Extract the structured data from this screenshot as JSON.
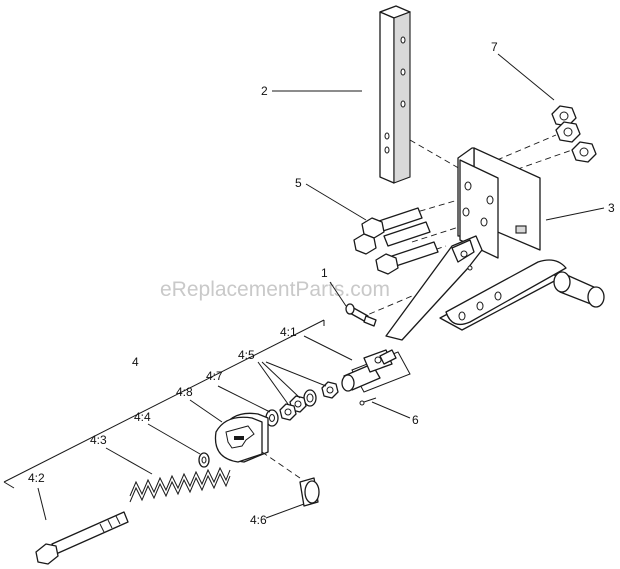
{
  "watermark": "eReplacementParts.com",
  "callouts": {
    "c1": "1",
    "c2": "2",
    "c3": "3",
    "c4": "4",
    "c5": "5",
    "c6": "6",
    "c7": "7",
    "c4_1": "4:1",
    "c4_2": "4:2",
    "c4_3": "4:3",
    "c4_4": "4:4",
    "c4_5": "4:5",
    "c4_6": "4:6",
    "c4_7": "4:7",
    "c4_8": "4:8"
  }
}
